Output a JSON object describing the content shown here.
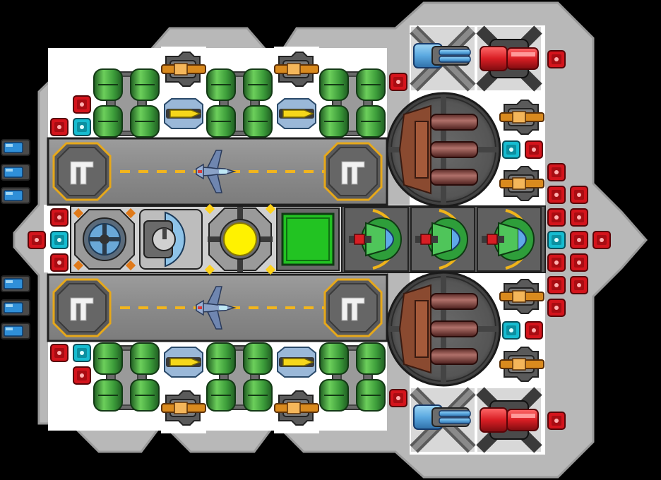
{
  "title": "",
  "colors": {
    "background": "#000000",
    "hull": "#b8b8b8",
    "hull_edge": "#9a9a9a",
    "floor": "#ffffff",
    "deck": "#8a8a8a",
    "bay_line": "#1f1f1f",
    "runway_dash": "#f2b51d",
    "pad_ring": "#e6a81a",
    "pad_fill": "#5a5a5a",
    "pad_glyph": "#ffffff",
    "tank_green": "#3c9c3a",
    "tank_green_light": "#6ccf5b",
    "tank_green_dark": "#1f5e22",
    "node_red": "#d4141c",
    "node_cyan": "#16bcd0",
    "turret_orange": "#d98a1e",
    "missile_yellow": "#f6d71a",
    "missile_blue": "#5ba4e0",
    "cannon_brown": "#8a4a30",
    "cannon_barrel": "#7a3a34",
    "reactor_yellow": "#fff200",
    "screen_green": "#22c322",
    "drone_green": "#2e9e3a",
    "laser_blue": "#6fb7e6",
    "laser_red": "#d81e24",
    "thruster_blue": "#2f8fd8",
    "fighter": "#8aa2c8"
  },
  "scene": {
    "hull": "ship-hull",
    "hangar_bays": [
      "upper-hangar-bay",
      "lower-hangar-bay"
    ],
    "landing_pads": [
      "landing-pad",
      "landing-pad",
      "landing-pad",
      "landing-pad"
    ],
    "fighters": [
      "fighter-craft",
      "fighter-craft"
    ],
    "core_modules": [
      "shield-generator-module",
      "sensor-dome-module",
      "reactor-core-module",
      "control-screen-module"
    ],
    "drone_modules": [
      "drone-bay-module",
      "drone-bay-module",
      "drone-bay-module"
    ],
    "main_guns": [
      "heavy-cannon-turret",
      "heavy-cannon-turret"
    ],
    "laser_turrets": [
      "blue-laser-turret",
      "red-laser-turret",
      "blue-laser-turret",
      "red-laser-turret"
    ],
    "tanks": [
      "fuel-tank"
    ],
    "thrusters": [
      "engine-thruster"
    ]
  }
}
